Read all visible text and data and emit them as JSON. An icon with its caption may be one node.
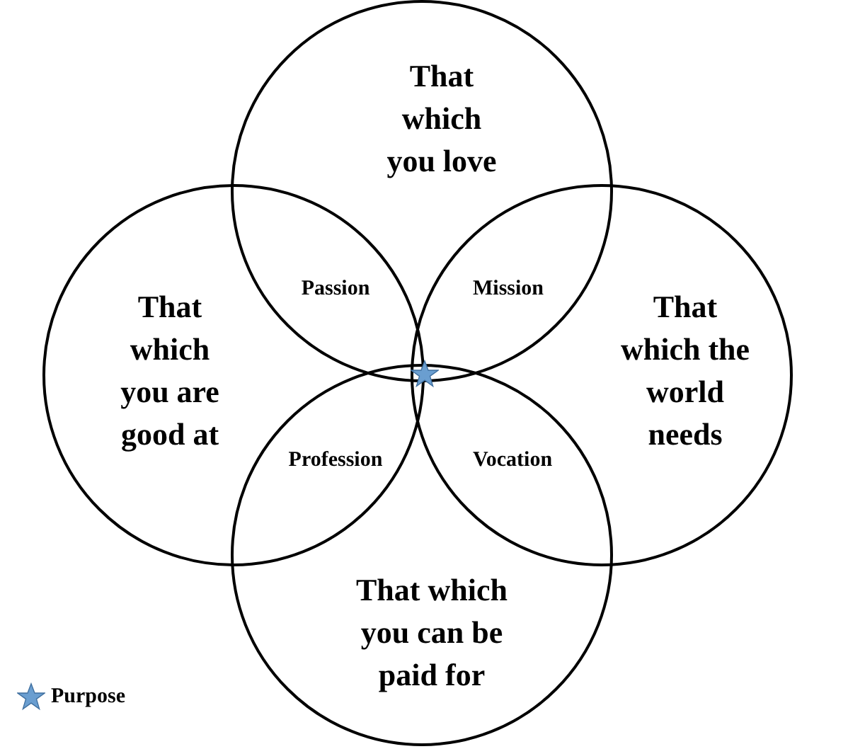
{
  "diagram": {
    "nodes": [
      {
        "text": [
          "That which you love"
        ]
      },
      {
        "text": [
          "That which you are good at"
        ]
      },
      {
        "text": [
          "That which the world needs"
        ]
      },
      {
        "text": [
          "That which you can be paid for"
        ]
      }
    ],
    "labels": [
      "Passion",
      "Mission",
      "Profession",
      "Vocation"
    ],
    "legend": [
      {
        "text": "Purpose"
      }
    ]
  }
}
